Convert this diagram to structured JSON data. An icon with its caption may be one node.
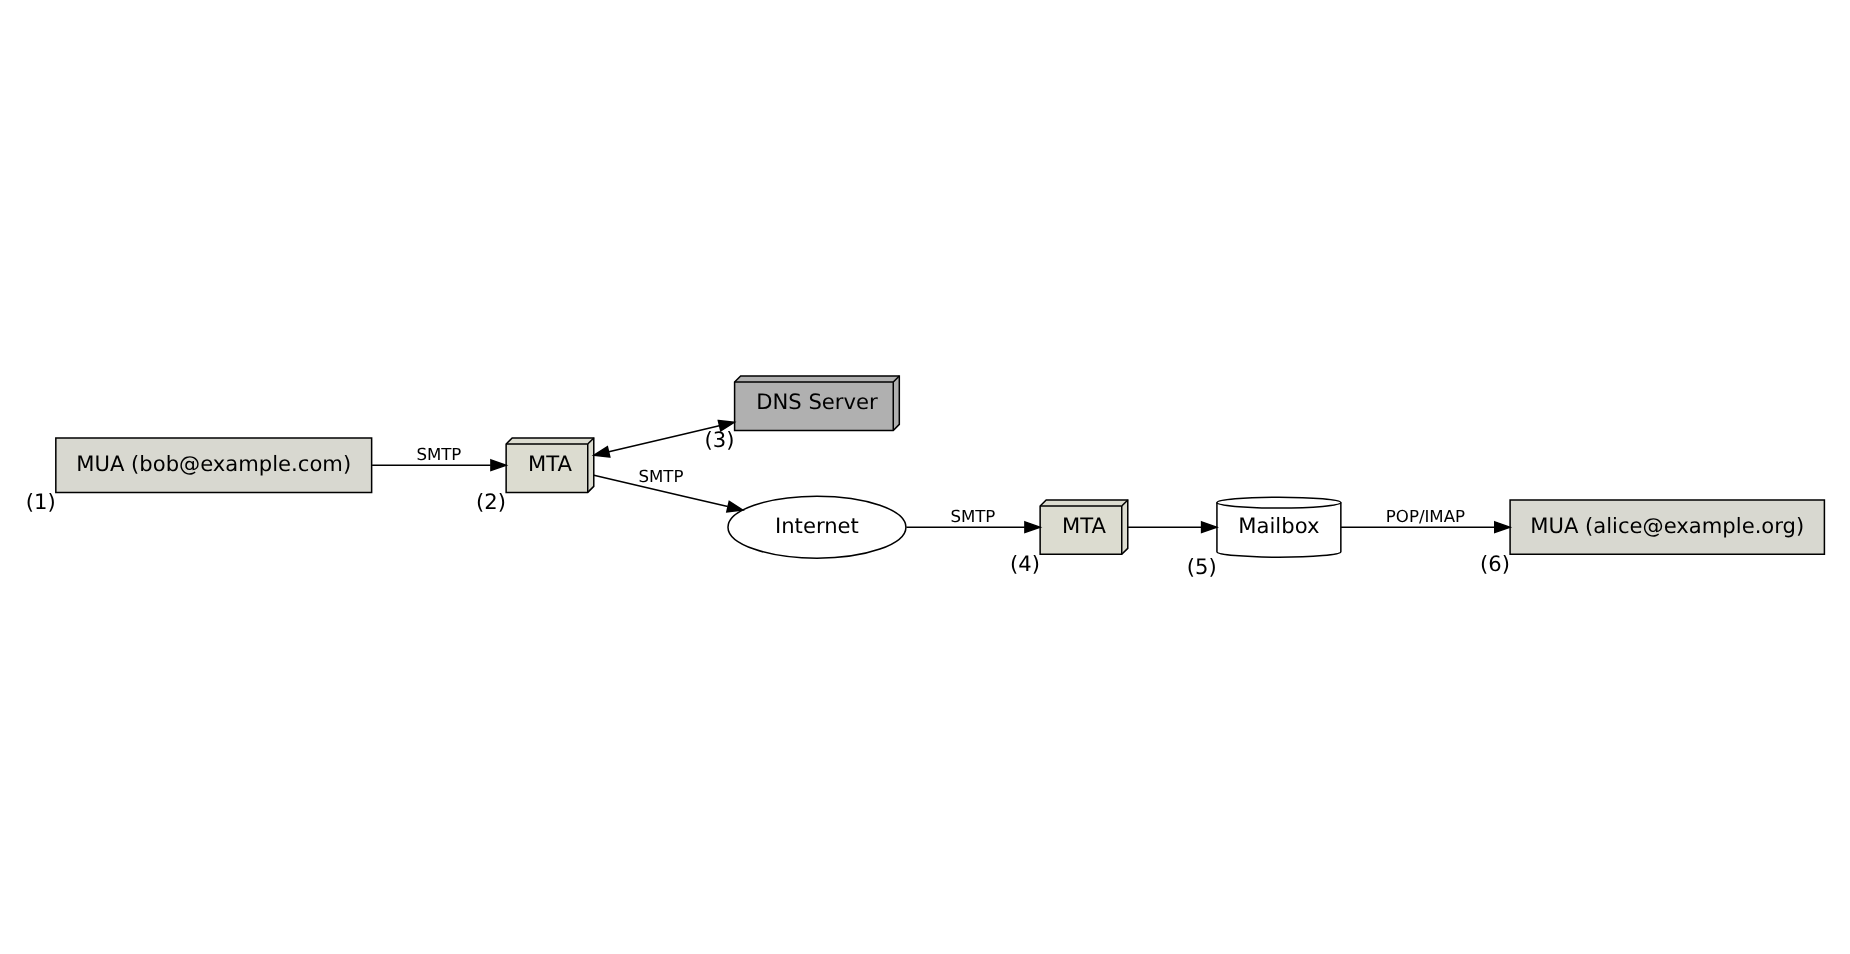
{
  "diagram": {
    "nodes": [
      {
        "text": [
          "MUA (bob@example.com)"
        ],
        "beside": [
          "(1)"
        ]
      },
      {
        "text": [
          "MTA"
        ],
        "beside": [
          "(2)"
        ]
      },
      {
        "text": [
          "DNS Server"
        ],
        "beside": [
          "(3)"
        ]
      },
      {
        "text": [
          "Internet"
        ]
      },
      {
        "text": [
          "MTA"
        ],
        "beside": [
          "(4)"
        ]
      },
      {
        "text": [
          "Mailbox"
        ],
        "beside": [
          "(5)"
        ]
      },
      {
        "text": [
          "MUA (alice@example.org)"
        ],
        "beside": [
          "(6)"
        ]
      }
    ],
    "edges": [
      {
        "from": 0,
        "to": 1,
        "arrow": "to",
        "label": "SMTP"
      },
      {
        "from": 1,
        "to": 3,
        "arrow": "to",
        "label": "SMTP"
      },
      {
        "from": 1,
        "to": 2,
        "arrow": "both"
      },
      {
        "from": 3,
        "to": 4,
        "arrow": "to",
        "label": "SMTP"
      },
      {
        "from": 4,
        "to": 5,
        "arrow": "to"
      },
      {
        "from": 5,
        "to": 6,
        "arrow": "to",
        "label": "POP/IMAP"
      }
    ]
  }
}
